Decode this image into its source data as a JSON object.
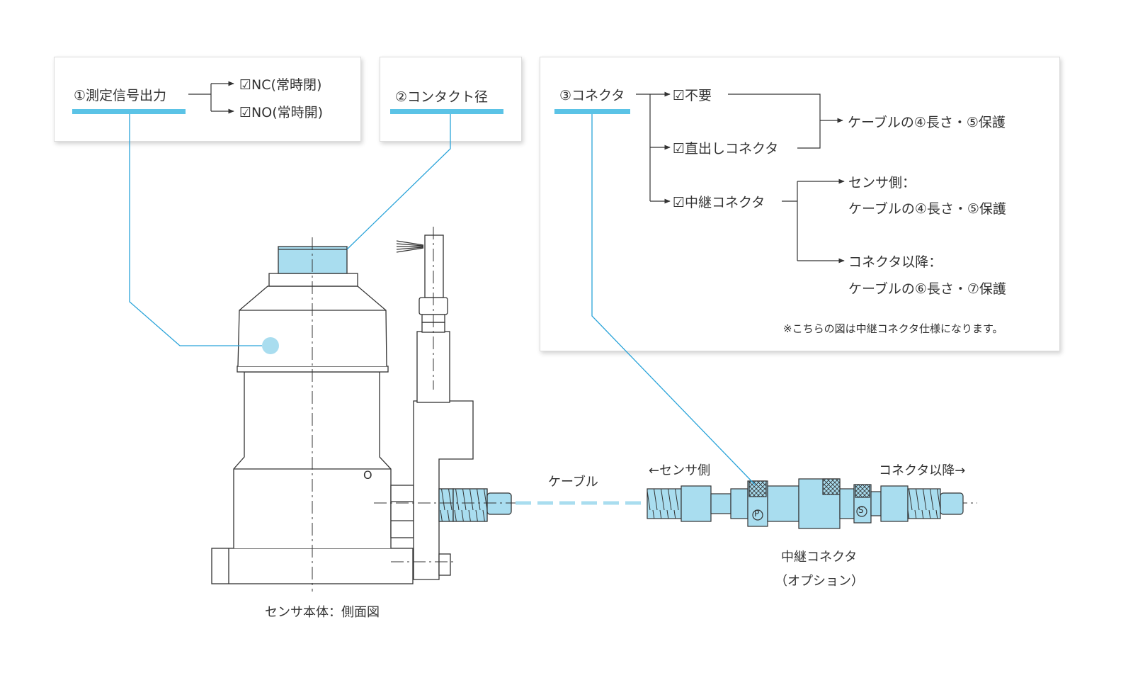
{
  "colors": {
    "accent": "#5bc3e6",
    "part_fill": "#a9ddef",
    "line": "#333333",
    "leader": "#29a3d9"
  },
  "spec1": {
    "label": "①測定信号出力",
    "opt_nc": "NC(常時閉)",
    "opt_no": "NO(常時開)"
  },
  "spec2": {
    "label": "②コンタクト径"
  },
  "spec3": {
    "label": "③コネクタ",
    "opt_none": "不要",
    "opt_direct": "直出しコネクタ",
    "opt_relay": "中継コネクタ",
    "result_common": "ケーブルの④長さ・⑤保護",
    "sensor_side_title": "センサ側：",
    "sensor_side_detail": "ケーブルの④長さ・⑤保護",
    "after_title": "コネクタ以降：",
    "after_detail": "ケーブルの⑥長さ・⑦保護",
    "note": "※こちらの図は中継コネクタ仕様になります。"
  },
  "checkbox_icon": "check-box-icon",
  "diagram": {
    "cable_label": "ケーブル",
    "sensor_side_label": "←センサ側",
    "after_connector_label": "コネクタ以降→",
    "relay_label": "中継コネクタ",
    "option_label": "（オプション）",
    "body_caption": "センサ本体：側面図",
    "port_p": "P",
    "port_s": "S",
    "port_o": "O"
  }
}
